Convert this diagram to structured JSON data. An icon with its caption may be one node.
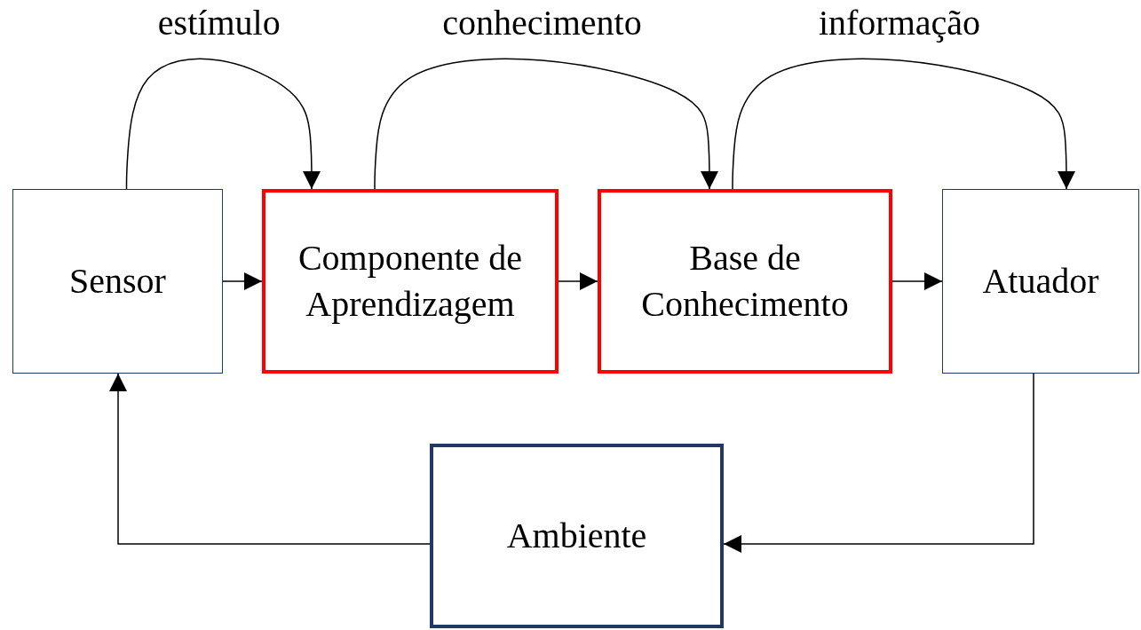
{
  "diagram": {
    "nodes": [
      {
        "text": [
          "Sensor"
        ]
      },
      {
        "text": [
          "Componente de Aprendizagem"
        ]
      },
      {
        "text": [
          "Base de Conhecimento"
        ]
      },
      {
        "text": [
          "Atuador"
        ]
      },
      {
        "text": [
          "Ambiente"
        ]
      }
    ],
    "edges": [
      {
        "from": 0,
        "to": 1,
        "arrow": "to"
      },
      {
        "from": 1,
        "to": 2,
        "arrow": "to"
      },
      {
        "from": 2,
        "to": 3,
        "arrow": "to"
      },
      {
        "from": 3,
        "to": 4,
        "arrow": "to"
      },
      {
        "from": 4,
        "to": 0,
        "arrow": "to"
      },
      {
        "from": 0,
        "to": 1,
        "arrow": "to",
        "label": "estímulo"
      },
      {
        "from": 1,
        "to": 2,
        "arrow": "to",
        "label": "conhecimento"
      },
      {
        "from": 2,
        "to": 3,
        "arrow": "to",
        "label": "informação"
      }
    ]
  }
}
